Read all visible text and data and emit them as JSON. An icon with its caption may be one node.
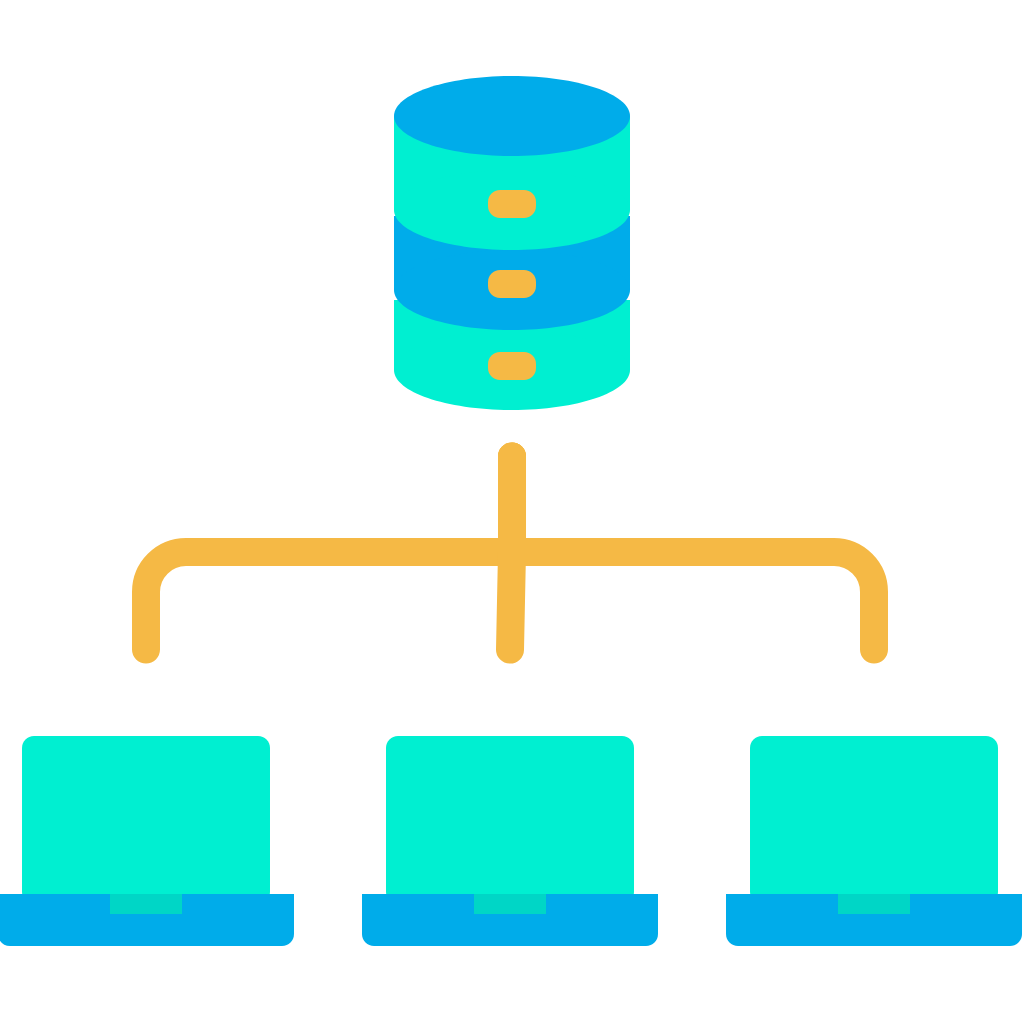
{
  "diagram": {
    "nodes": [
      {
        "text": [],
        "shape": "cylinder"
      },
      {
        "text": [],
        "shape": "laptop"
      },
      {
        "text": [],
        "shape": "laptop"
      },
      {
        "text": [],
        "shape": "laptop"
      }
    ],
    "edges": [
      {
        "from": 0,
        "to": 1,
        "arrow": "none"
      },
      {
        "from": 0,
        "to": 2,
        "arrow": "none"
      },
      {
        "from": 0,
        "to": 3,
        "arrow": "none"
      }
    ]
  }
}
